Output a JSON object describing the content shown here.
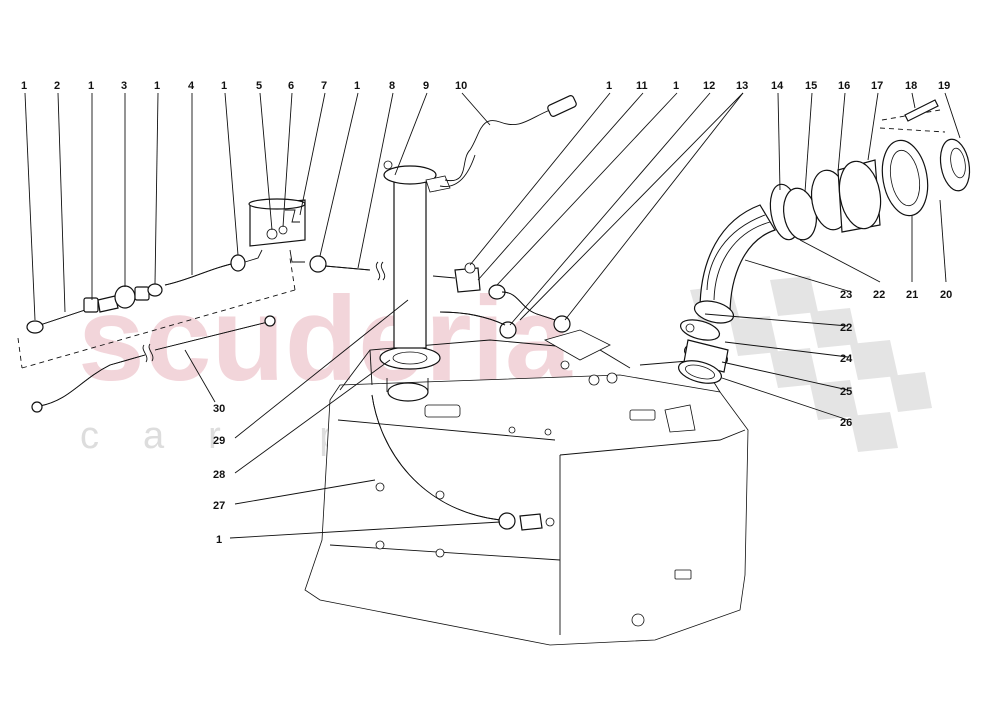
{
  "watermark": {
    "brand": "scuderia",
    "sub": "car parts"
  },
  "labels": {
    "top": [
      "1",
      "2",
      "1",
      "3",
      "1",
      "4",
      "1",
      "5",
      "6",
      "7",
      "1",
      "8",
      "9",
      "10",
      "1",
      "11",
      "1",
      "12",
      "13",
      "14",
      "15",
      "16",
      "17",
      "18",
      "19"
    ],
    "r20": "20",
    "r21": "21",
    "r22a": "22",
    "r23": "23",
    "r22b": "22",
    "r24": "24",
    "r25": "25",
    "r26": "26",
    "l30": "30",
    "l29": "29",
    "l28": "28",
    "l27": "27",
    "l1b": "1"
  },
  "colors": {
    "ink": "#111111",
    "watermark": "#e9b3bd",
    "watermark_sub": "#cfcfcf"
  }
}
